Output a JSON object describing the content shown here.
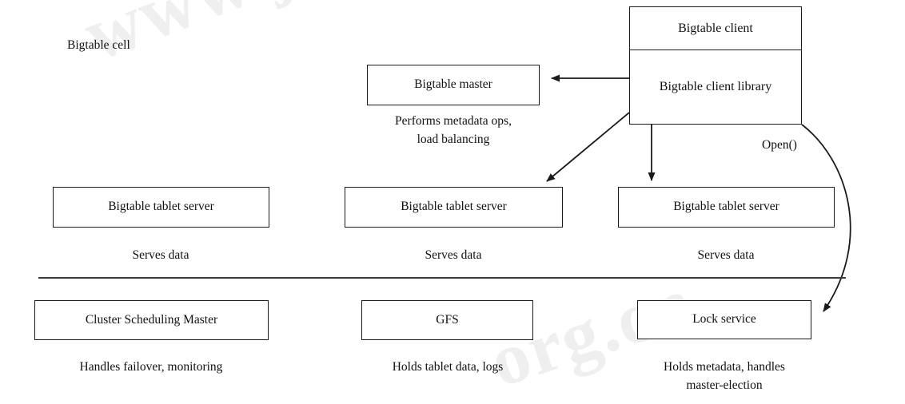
{
  "diagram": {
    "title_label": "Bigtable cell",
    "watermark": {
      "line1": "www.jos",
      "line2": "org.cn"
    },
    "client": {
      "top_label": "Bigtable client",
      "bottom_label_line1": "Bigtable client",
      "bottom_label_line2": "library"
    },
    "master": {
      "label": "Bigtable master",
      "caption_line1": "Performs metadata ops,",
      "caption_line2": "load balancing"
    },
    "tablet_servers": [
      {
        "label": "Bigtable tablet server",
        "caption": "Serves data"
      },
      {
        "label": "Bigtable tablet server",
        "caption": "Serves data"
      },
      {
        "label": "Bigtable tablet server",
        "caption": "Serves data"
      }
    ],
    "infrastructure": [
      {
        "label": "Cluster Scheduling Master",
        "caption_line1": "Handles failover, monitoring",
        "caption_line2": ""
      },
      {
        "label": "GFS",
        "caption_line1": "Holds tablet data, logs",
        "caption_line2": ""
      },
      {
        "label": "Lock service",
        "caption_line1": "Holds metadata, handles",
        "caption_line2": "master-election"
      }
    ],
    "edges": [
      {
        "name": "client-to-master",
        "label": ""
      },
      {
        "name": "client-to-tablet-server-2",
        "label": ""
      },
      {
        "name": "client-to-tablet-server-3",
        "label": ""
      },
      {
        "name": "client-to-lock-service",
        "label": "Open()"
      }
    ],
    "colors": {
      "stroke": "#1a1a1a",
      "text": "#111111",
      "background": "#ffffff",
      "watermark": "#efefef",
      "divider": "#3a3a3a"
    }
  }
}
